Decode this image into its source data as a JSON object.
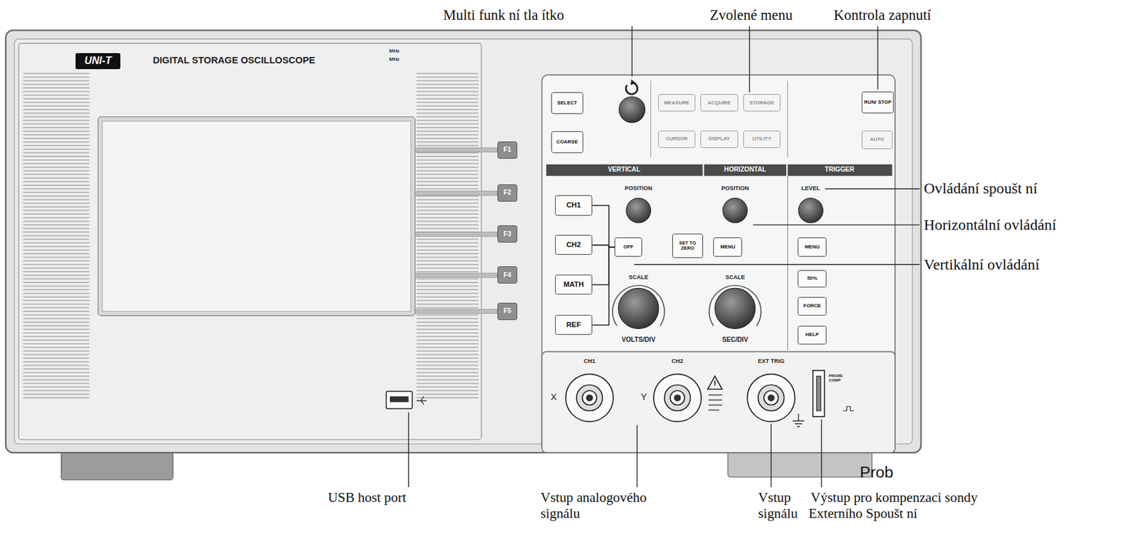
{
  "diagram": {
    "nodes": [
      {
        "text": [
          "UNI-T"
        ]
      },
      {
        "text": [
          "F1"
        ]
      },
      {
        "text": [
          "F2"
        ]
      },
      {
        "text": [
          "F3"
        ]
      },
      {
        "text": [
          "F4"
        ]
      },
      {
        "text": [
          "F5"
        ]
      },
      {
        "text": [
          "SELECT"
        ]
      },
      {
        "text": [
          "COARSE"
        ]
      },
      {
        "text": [
          "MEASURE"
        ]
      },
      {
        "text": [
          "ACQUIRE"
        ]
      },
      {
        "text": [
          "STORAGE"
        ]
      },
      {
        "text": [
          "CURSOR"
        ]
      },
      {
        "text": [
          "DISPLAY"
        ]
      },
      {
        "text": [
          "UTILITY"
        ]
      },
      {
        "text": [
          "RUN/ STOP"
        ]
      },
      {
        "text": [
          "AUTO"
        ]
      },
      {
        "text": [
          "CH1"
        ]
      },
      {
        "text": [
          "CH2"
        ]
      },
      {
        "text": [
          "MATH"
        ]
      },
      {
        "text": [
          "REF"
        ]
      },
      {
        "text": [
          "OFF"
        ]
      },
      {
        "text": [
          "SET TO ZERO"
        ]
      },
      {
        "text": [
          "MENU"
        ]
      },
      {
        "text": [
          "MENU"
        ]
      },
      {
        "text": [
          "50%"
        ]
      },
      {
        "text": [
          "FORCE"
        ]
      },
      {
        "text": [
          "HELP"
        ]
      }
    ],
    "edges": [
      {
        "from": 16,
        "to": 20,
        "arrow": "none"
      },
      {
        "from": 17,
        "to": 20,
        "arrow": "none"
      },
      {
        "from": 18,
        "to": 20,
        "arrow": "none"
      },
      {
        "from": 19,
        "to": 20,
        "arrow": "none"
      }
    ],
    "labels": [
      "Multi funk ní tla ítko",
      "Zvolené menu",
      "Kontrola zapnutí",
      "Ovládání spoušt ní",
      "Horizontální ovládání",
      "Vertikální ovládání",
      "DIGITAL STORAGE OSCILLOSCOPE",
      "MHz",
      "MHz",
      "VERTICAL",
      "HORIZONTAL",
      "TRIGGER",
      "POSITION",
      "POSITION",
      "LEVEL",
      "SCALE",
      "SCALE",
      "VOLTS/DIV",
      "SEC/DIV",
      "CH1",
      "CH2",
      "EXT TRIG",
      "X",
      "Y",
      "PROBE COMP",
      "Prob",
      "USB host port",
      "Vstup analogového signálu",
      "Vstup signálu",
      "Výstup pro kompenzaci sondy",
      "Externího Spoušt ní"
    ]
  }
}
